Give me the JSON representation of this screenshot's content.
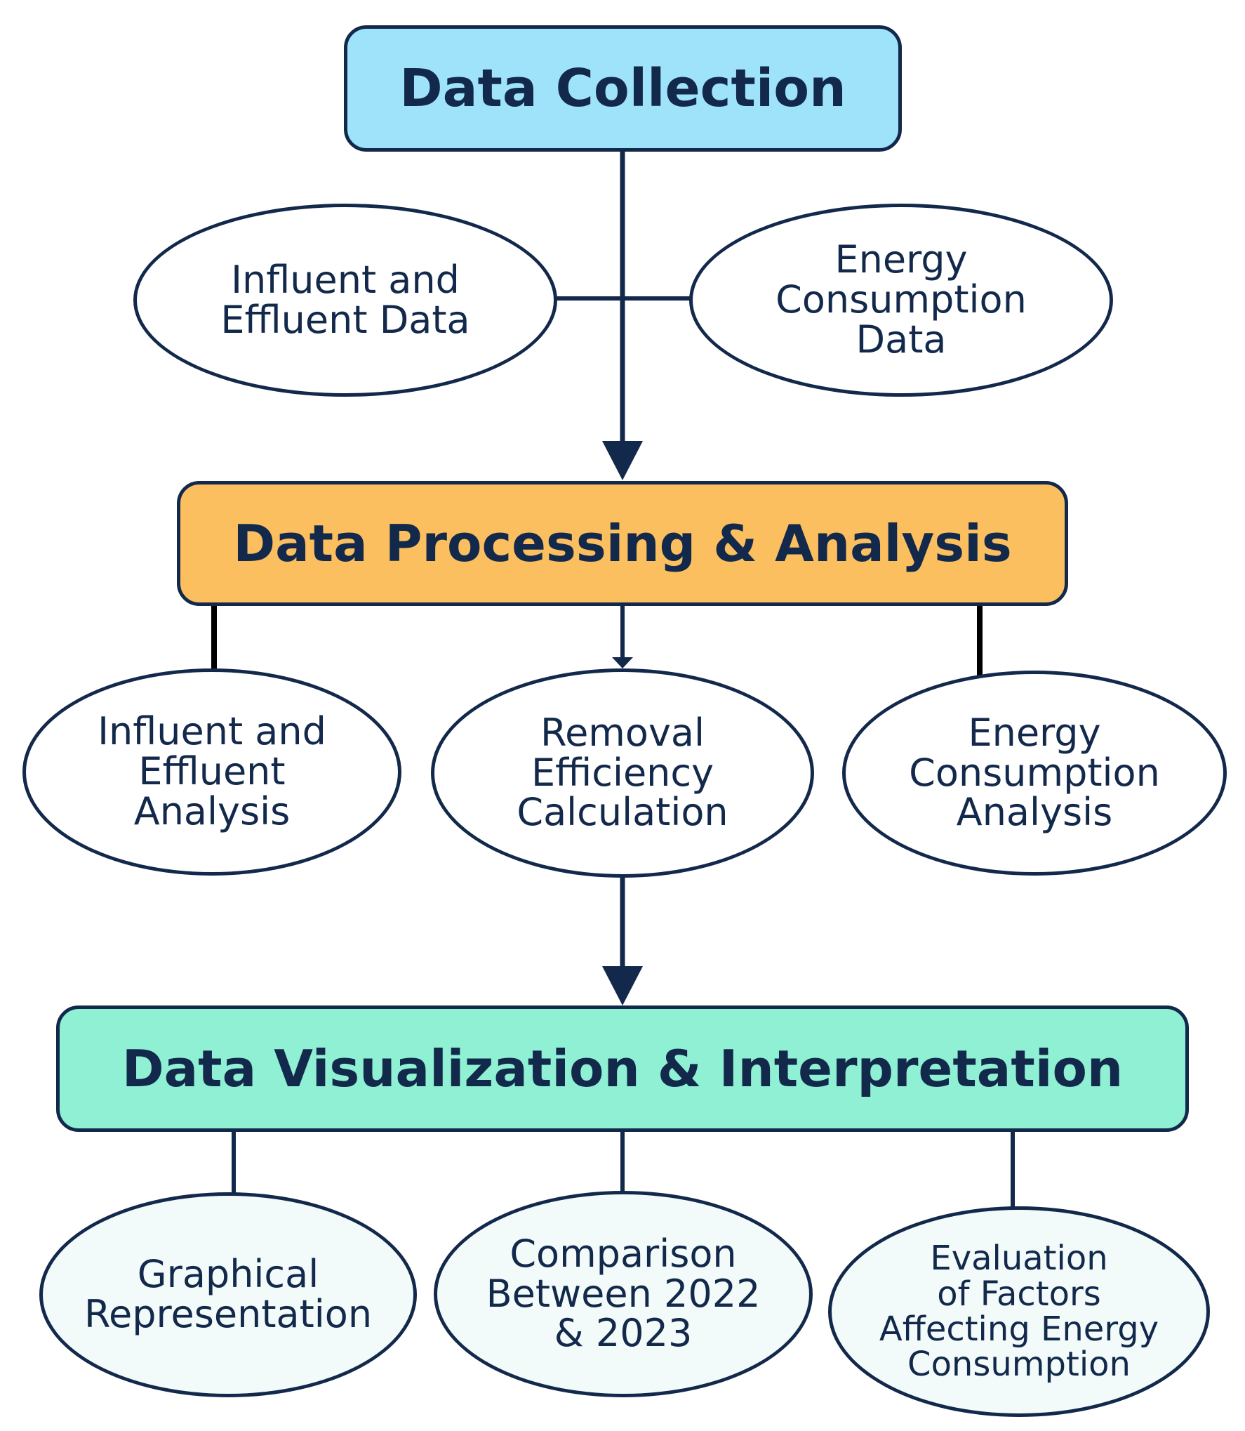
{
  "stages": {
    "collection": {
      "title": "Data Collection",
      "items": [
        "Influent and\nEffluent Data",
        "Energy\nConsumption\nData"
      ]
    },
    "processing": {
      "title": "Data Processing & Analysis",
      "items": [
        "Influent and\nEffluent\nAnalysis",
        "Removal\nEfficiency\nCalculation",
        "Energy\nConsumption\nAnalysis"
      ]
    },
    "visualization": {
      "title": "Data Visualization & Interpretation",
      "items": [
        "Graphical\nRepresentation",
        "Comparison\nBetween 2022\n& 2023",
        "Evaluation\nof Factors\nAffecting Energy\nConsumption"
      ]
    }
  },
  "colors": {
    "stroke": "#13294b",
    "collection_fill": "#9fe3fa",
    "processing_fill": "#fbbf60",
    "visualization_fill": "#8ff0d4"
  }
}
